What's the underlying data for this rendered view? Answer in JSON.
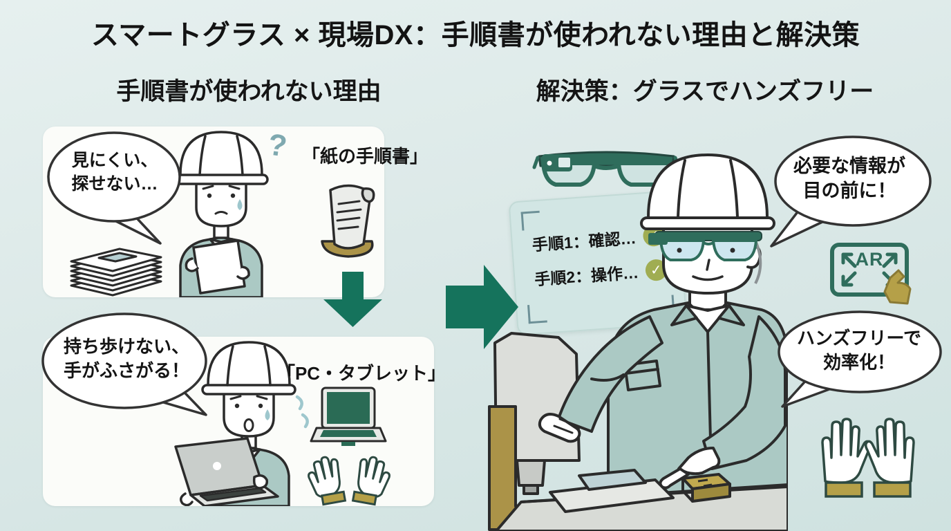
{
  "title": "スマートグラス × 現場DX：手順書が使われない理由と解決策",
  "left": {
    "heading": "手順書が使われない理由",
    "paper_panel": {
      "bubble_line1": "見にくい、",
      "bubble_line2": "探せない…",
      "question_mark": "?",
      "label": "「紙の手順書」"
    },
    "pc_panel": {
      "bubble_line1": "持ち歩けない、",
      "bubble_line2": "手がふさがる！",
      "label": "「PC・タブレット」"
    }
  },
  "right": {
    "heading": "解決策：グラスでハンズフリー",
    "ar_display": {
      "line1": "手順1：確認…",
      "line2": "手順2：操作…"
    },
    "bubble_info": {
      "line1": "必要な情報が",
      "line2": "目の前に！"
    },
    "ar_badge": "AR",
    "bubble_handsfree": {
      "line1": "ハンズフリーで",
      "line2": "効率化！"
    }
  },
  "icons": {
    "check": "✓"
  },
  "colors": {
    "background": "#dce9e8",
    "panel_white": "#fbfcf9",
    "accent_green": "#15735c",
    "uniform_teal": "#abc9c4",
    "olive": "#ab9348",
    "check_olive": "#a0ad52",
    "glasses_green": "#2f6d5c",
    "outline": "#2b2b2b"
  }
}
